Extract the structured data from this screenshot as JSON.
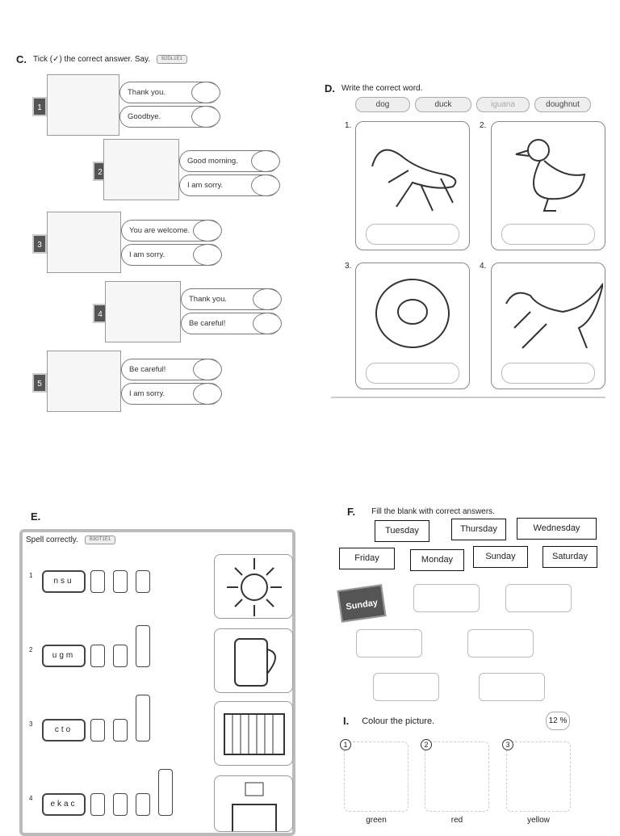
{
  "section_c": {
    "letter": "C.",
    "instruction": "Tick (✓) the correct answer. Say.",
    "code": "B2DL1E1",
    "items": [
      {
        "n": "1",
        "options": [
          "Thank you.",
          "Goodbye."
        ]
      },
      {
        "n": "2",
        "options": [
          "Good morning.",
          "I am sorry."
        ]
      },
      {
        "n": "3",
        "options": [
          "You are welcome.",
          "I am sorry."
        ]
      },
      {
        "n": "4",
        "options": [
          "Thank you.",
          "Be careful!"
        ]
      },
      {
        "n": "5",
        "options": [
          "Be careful!",
          "I am sorry."
        ]
      }
    ]
  },
  "section_d": {
    "letter": "D.",
    "instruction": "Write the correct word.",
    "words": [
      "dog",
      "duck",
      "iguana",
      "doughnut"
    ],
    "numbers": [
      "1.",
      "2.",
      "3.",
      "4."
    ],
    "pictures": [
      "iguana-picture",
      "duck-picture",
      "doughnut-picture",
      "dog-picture"
    ]
  },
  "section_e": {
    "letter": "E.",
    "instruction": "Spell correctly.",
    "code": "B3GT1E1",
    "items": [
      {
        "n": "1",
        "letters": "nsu",
        "boxes": 3
      },
      {
        "n": "2",
        "letters": "ugm",
        "boxes": 3
      },
      {
        "n": "3",
        "letters": "cto",
        "boxes": 3
      },
      {
        "n": "4",
        "letters": "ekac",
        "boxes": 4
      }
    ]
  },
  "section_f": {
    "letter": "F.",
    "instruction": "Fill the blank with correct answers.",
    "words": [
      "Tuesday",
      "Thursday",
      "Wednesday",
      "Friday",
      "Monday",
      "Sunday",
      "Saturday"
    ],
    "calendar_label": "Sunday"
  },
  "section_i": {
    "letter": "I.",
    "instruction": "Colour the picture.",
    "score": "12 %",
    "items": [
      {
        "n": "1",
        "color": "green"
      },
      {
        "n": "2",
        "color": "red"
      },
      {
        "n": "3",
        "color": "yellow"
      }
    ]
  }
}
